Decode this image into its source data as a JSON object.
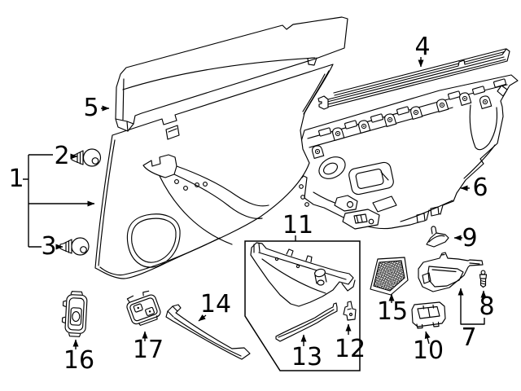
{
  "colors": {
    "background": "#ffffff",
    "line": "#000000",
    "label_text": "#000000"
  },
  "callouts": [
    {
      "label": "1"
    },
    {
      "label": "2"
    },
    {
      "label": "3"
    },
    {
      "label": "4"
    },
    {
      "label": "5"
    },
    {
      "label": "6"
    },
    {
      "label": "7"
    },
    {
      "label": "8"
    },
    {
      "label": "9"
    },
    {
      "label": "10"
    },
    {
      "label": "11"
    },
    {
      "label": "12"
    },
    {
      "label": "13"
    },
    {
      "label": "14"
    },
    {
      "label": "15"
    },
    {
      "label": "16"
    },
    {
      "label": "17"
    }
  ]
}
